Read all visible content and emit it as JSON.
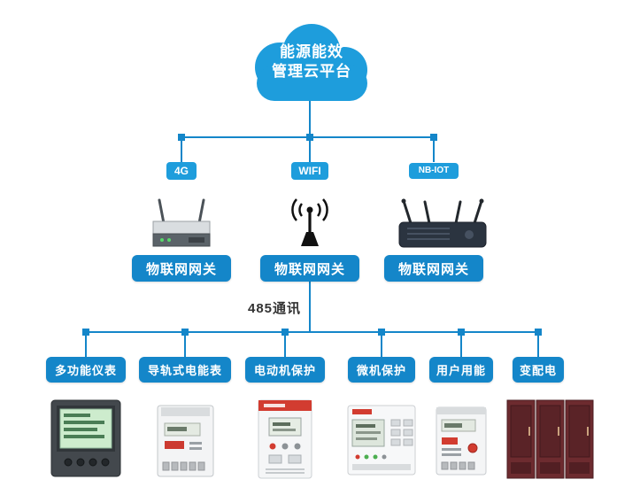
{
  "cloud": {
    "line1": "能源能效",
    "line2": "管理云平台"
  },
  "gateways": [
    {
      "badge": "4G",
      "label": "物联网网关",
      "icon": "4g-router-icon"
    },
    {
      "badge": "WIFI",
      "label": "物联网网关",
      "icon": "wifi-antenna-icon"
    },
    {
      "badge": "NB-IOT",
      "label": "物联网网关",
      "icon": "nbiot-router-icon"
    }
  ],
  "bus_label": "485通讯",
  "devices": [
    {
      "label": "多功能仪表",
      "image": "multifunction-meter-image"
    },
    {
      "label": "导轨式电能表",
      "image": "din-rail-energy-meter-image"
    },
    {
      "label": "电动机保护",
      "image": "motor-protection-image"
    },
    {
      "label": "微机保护",
      "image": "microcomputer-protection-image"
    },
    {
      "label": "用户用能",
      "image": "user-energy-meter-image"
    },
    {
      "label": "变配电",
      "image": "power-distribution-cabinet-image"
    }
  ],
  "colors": {
    "primary": "#1486c9",
    "badge": "#1e9ddc",
    "cloud": "#1e9ddc"
  }
}
